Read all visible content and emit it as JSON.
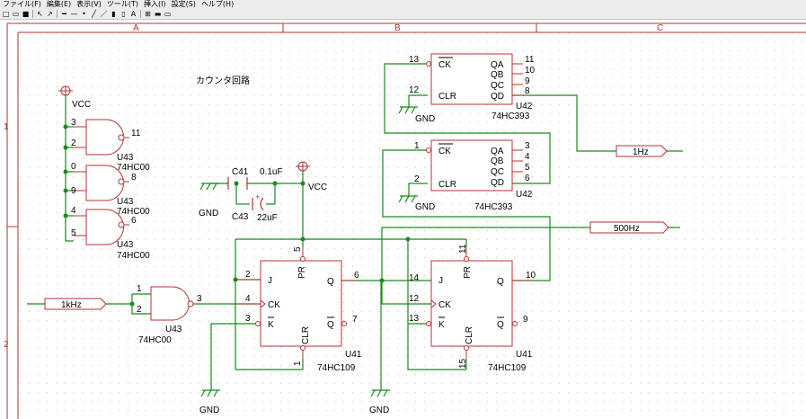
{
  "menu": [
    "ファイル(F)",
    "編集(E)",
    "表示(V)",
    "ツール(T)",
    "挿入(I)",
    "設定(S)",
    "ヘルプ(H)"
  ],
  "toolbar_icons": [
    {
      "name": "new-file-icon",
      "glyph": "□"
    },
    {
      "name": "open-folder-icon",
      "glyph": "▭"
    },
    {
      "name": "save-icon",
      "glyph": "■"
    },
    {
      "sep": true
    },
    {
      "name": "select-arrow-icon",
      "glyph": "↖"
    },
    {
      "name": "drag-arrow-icon",
      "glyph": "↗"
    },
    {
      "sep": true
    },
    {
      "name": "wire-icon",
      "glyph": "━"
    },
    {
      "name": "bus-icon",
      "glyph": "—"
    },
    {
      "name": "junction-icon",
      "glyph": "•"
    },
    {
      "name": "bus-entry-icon",
      "glyph": "╱"
    },
    {
      "name": "line-icon",
      "glyph": "／"
    },
    {
      "name": "comment-icon",
      "glyph": "▮"
    },
    {
      "name": "tag-icon",
      "glyph": "▯"
    },
    {
      "name": "text-icon",
      "glyph": "A"
    },
    {
      "sep": true
    },
    {
      "name": "label-icon",
      "glyph": "⊞"
    },
    {
      "name": "green-bar-icon",
      "glyph": "▬"
    },
    {
      "name": "gray-bar-icon",
      "glyph": "▭"
    }
  ],
  "colors": {
    "wire": "#1a8a1a",
    "part": "#b83030",
    "text": "#000000",
    "frame": "#b83030",
    "grid": "#c0c0c0"
  },
  "border": {
    "columns": [
      "A",
      "B",
      "C"
    ],
    "rows": [
      "1",
      "2"
    ]
  },
  "schematic": {
    "title_text": "カウンタ回路",
    "nand_top": {
      "gates": [
        {
          "in1": "3",
          "in2": "2",
          "out": "11",
          "ref": "U43",
          "part": "74HC00"
        },
        {
          "in1": "0",
          "in2": "9",
          "out": "8",
          "ref": "U43",
          "part": "74HC00"
        },
        {
          "in1": "4",
          "in2": "5",
          "out": "6",
          "ref": "U43",
          "part": "74HC00"
        }
      ],
      "power": "VCC"
    },
    "nand_clk": {
      "in1": "1",
      "in2": "2",
      "out": "3",
      "ref": "U43",
      "part": "74HC00"
    },
    "clk_label": "1kHz",
    "cap_c41": {
      "ref": "C41",
      "value": "0.1uF"
    },
    "cap_c43": {
      "ref": "C43",
      "value": "22uF"
    },
    "vcc_label": "VCC",
    "gnd_label": "GND",
    "ff_left": {
      "pins": {
        "pr": "5",
        "j": "2",
        "ck": "4",
        "k": "3",
        "clr": "1",
        "q": "6",
        "qbar": "7"
      },
      "ref": "U41",
      "part": "74HC109",
      "labels": {
        "pr": "PR",
        "j": "J",
        "ck": "CK",
        "k": "K",
        "clr": "CLR",
        "q": "Q",
        "qbar": "Q"
      }
    },
    "ff_right": {
      "pins": {
        "pr": "11",
        "j": "14",
        "ck": "12",
        "k": "13",
        "clr": "15",
        "q": "10",
        "qbar": "9"
      },
      "ref": "U41",
      "part": "74HC109",
      "labels": {
        "pr": "PR",
        "j": "J",
        "ck": "CK",
        "k": "K",
        "clr": "CLR",
        "q": "Q",
        "qbar": "Q"
      }
    },
    "counter_top": {
      "pins": {
        "ck": "13",
        "clr": "12",
        "qa": "11",
        "qb": "10",
        "qc": "9",
        "qd": "8"
      },
      "labels": {
        "ck": "CK",
        "clr": "CLR",
        "qa": "QA",
        "qb": "QB",
        "qc": "QC",
        "qd": "QD"
      },
      "ref": "U42",
      "part": "74HC393"
    },
    "counter_bottom": {
      "pins": {
        "ck": "1",
        "clr": "2",
        "qa": "3",
        "qb": "4",
        "qc": "5",
        "qd": "6"
      },
      "labels": {
        "ck": "CK",
        "clr": "CLR",
        "qa": "QA",
        "qb": "QB",
        "qc": "QC",
        "qd": "QD"
      },
      "ref": "U42",
      "part": "74HC393"
    },
    "out_1hz": "1Hz",
    "out_500hz": "500Hz"
  }
}
